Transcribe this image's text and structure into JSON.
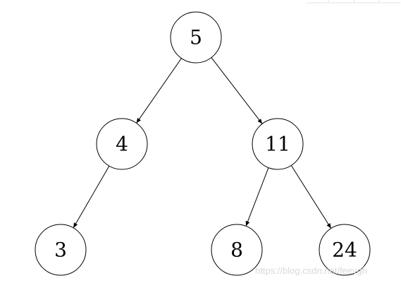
{
  "tree": {
    "nodes": [
      {
        "id": "n5",
        "label": "5"
      },
      {
        "id": "n4",
        "label": "4"
      },
      {
        "id": "n11",
        "label": "11"
      },
      {
        "id": "n3",
        "label": "3"
      },
      {
        "id": "n8",
        "label": "8"
      },
      {
        "id": "n24",
        "label": "24"
      }
    ],
    "edges": [
      {
        "from": "n5",
        "to": "n4"
      },
      {
        "from": "n5",
        "to": "n11"
      },
      {
        "from": "n4",
        "to": "n3"
      },
      {
        "from": "n11",
        "to": "n8"
      },
      {
        "from": "n11",
        "to": "n24"
      }
    ]
  },
  "watermark": "https://blog.csdn.net/feeygh"
}
